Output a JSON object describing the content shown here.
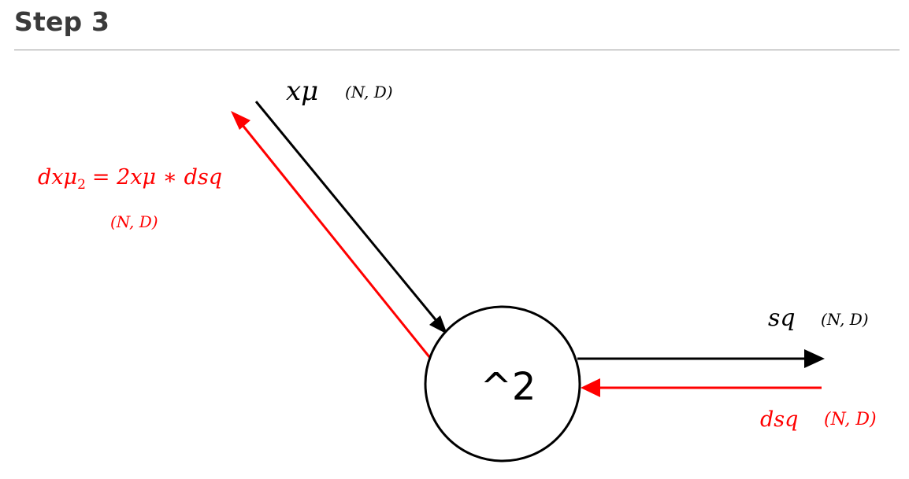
{
  "heading": "Step 3",
  "colors": {
    "forward": "#000000",
    "backward": "#ff0000",
    "heading": "#3a3a3a",
    "rule": "#9a9a9a"
  },
  "node": {
    "label": "^2"
  },
  "input": {
    "name": "xμ",
    "shape": "(N, D)"
  },
  "output": {
    "name": "sq",
    "shape": "(N, D)"
  },
  "grad_out": {
    "name": "dsq",
    "shape": "(N, D)"
  },
  "grad_in": {
    "lhs": "dxμ",
    "lhs_sub": "2",
    "rhs": "= 2xμ ∗ dsq",
    "shape": "(N, D)"
  }
}
